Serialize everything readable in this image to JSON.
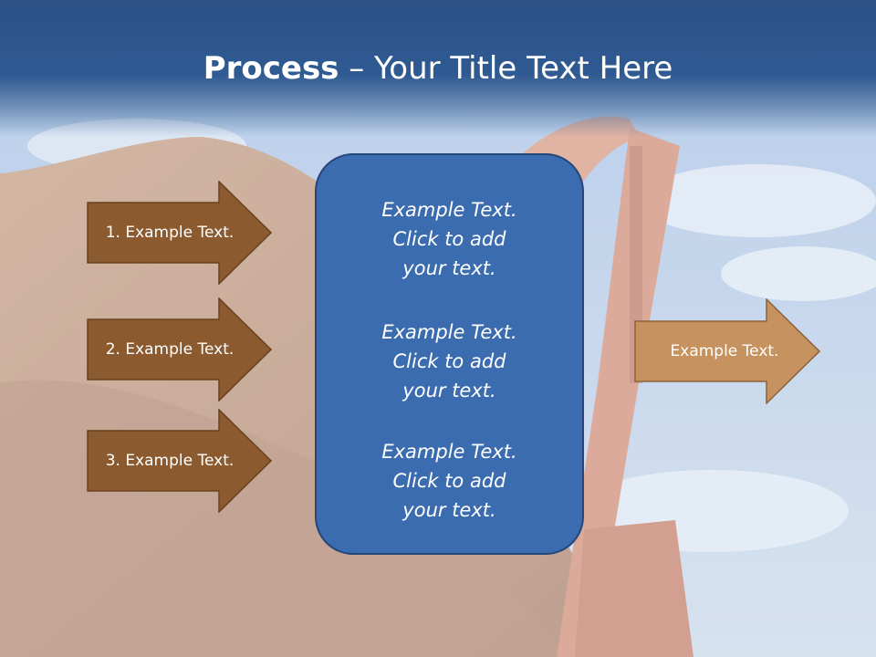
{
  "slide": {
    "title_bold": "Process",
    "title_rest": " – Your Title Text Here"
  },
  "left_steps": [
    {
      "label": "1. Example Text."
    },
    {
      "label": "2. Example Text."
    },
    {
      "label": "3. Example Text."
    }
  ],
  "center_box": {
    "paragraphs": [
      {
        "line1": "Example Text.",
        "line2": "Click  to add",
        "line3": "your text."
      },
      {
        "line1": "Example Text.",
        "line2": "Click  to add",
        "line3": "your text."
      },
      {
        "line1": "Example Text.",
        "line2": "Click  to add",
        "line3": "your text."
      }
    ]
  },
  "right_step": {
    "label": "Example Text."
  },
  "colors": {
    "title_bar": "#2c5286",
    "step_arrow": "#8b5a2e",
    "result_arrow": "#c69260",
    "center_box": "#3b6cb0"
  },
  "background": {
    "icon": "excavator-on-dirt-photo"
  }
}
